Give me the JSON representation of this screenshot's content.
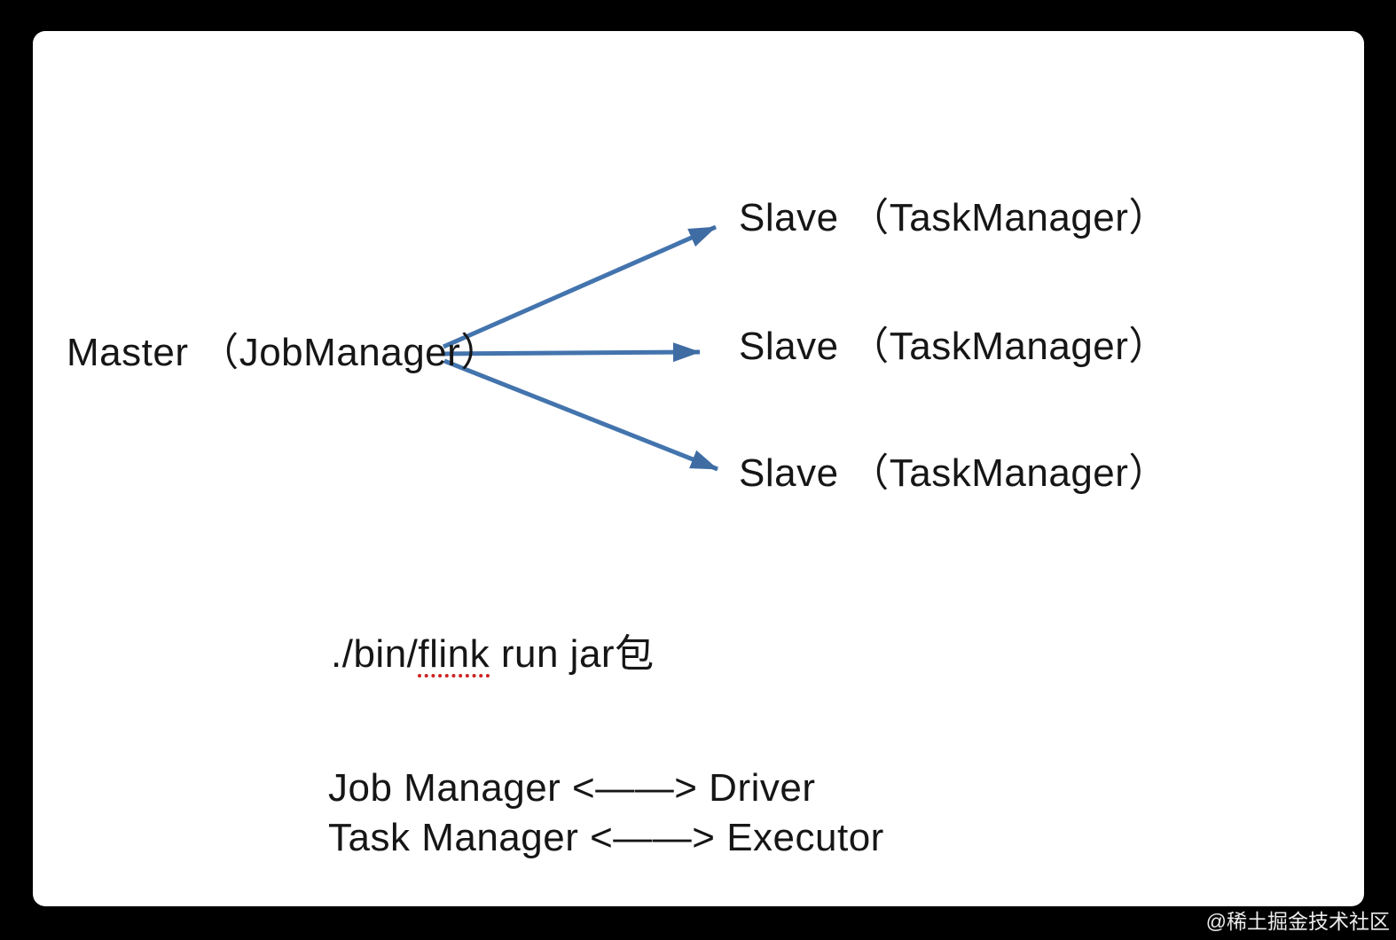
{
  "diagram": {
    "master": {
      "label": "Master （JobManager）"
    },
    "slaves": [
      {
        "label": "Slave （TaskManager）"
      },
      {
        "label": "Slave （TaskManager）"
      },
      {
        "label": "Slave （TaskManager）"
      }
    ],
    "edges": [
      {
        "from": "Master (JobManager)",
        "to": "Slave (TaskManager) 1"
      },
      {
        "from": "Master (JobManager)",
        "to": "Slave (TaskManager) 2"
      },
      {
        "from": "Master (JobManager)",
        "to": "Slave (TaskManager) 3"
      }
    ],
    "arrow_color": "#4374ad",
    "arrow_head_color": "#3f6ca3"
  },
  "notes": {
    "command_prefix": "./bin/",
    "command_highlight": "flink",
    "command_suffix": " run jar包",
    "mapping_line1": "Job Manager <——> Driver",
    "mapping_line2": "Task Manager <——> Executor"
  },
  "colors": {
    "background": "#000000",
    "panel": "#ffffff",
    "text": "#161616",
    "spellcheck_underline": "#cf2222"
  },
  "watermark": {
    "text": "@稀土掘金技术社区"
  }
}
